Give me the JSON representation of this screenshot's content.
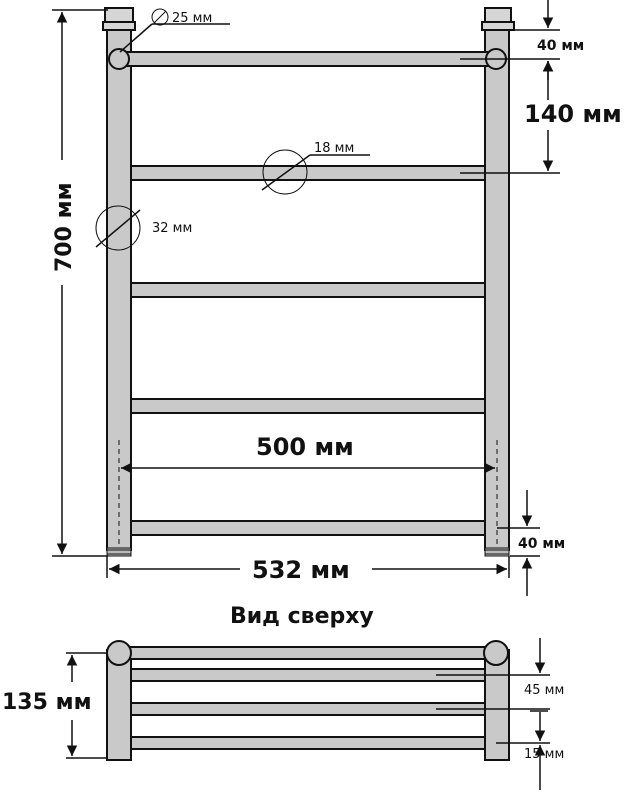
{
  "labels": {
    "diam_top": "25 мм",
    "dim_40_top": "40 мм",
    "dim_140": "140 мм",
    "diam_rail": "18 мм",
    "diam_post": "32 мм",
    "dim_700": "700 мм",
    "dim_500": "500 мм",
    "dim_40_bottom": "40 мм",
    "dim_532": "532 мм",
    "top_view_title": "Вид сверху",
    "dim_135": "135 мм",
    "dim_45": "45 мм",
    "dim_15": "15 мм"
  },
  "colors": {
    "pipe_fill": "#c9c9c9",
    "line": "#111111",
    "background": "#ffffff"
  }
}
